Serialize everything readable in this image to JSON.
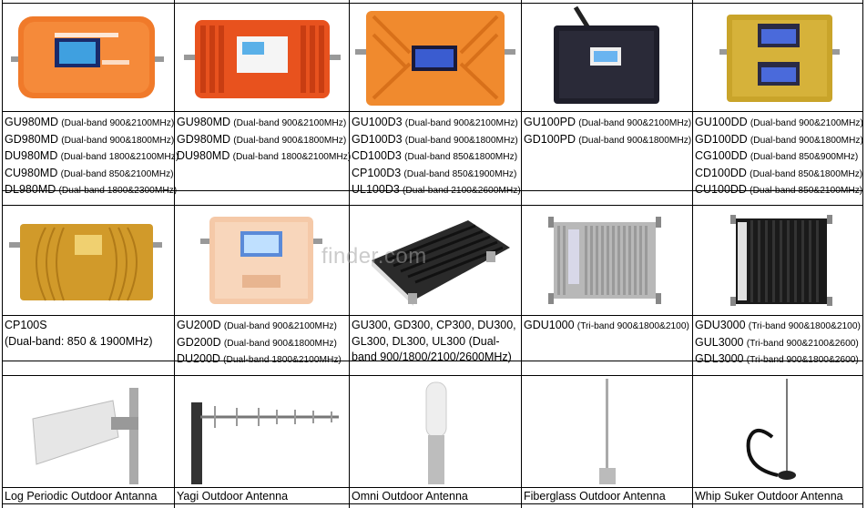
{
  "watermark": "finder.com",
  "rows": [
    [
      {
        "name": "gu980md-cell",
        "icon": "orange-repeater-icon",
        "lines": [
          [
            "GU980MD",
            "(Dual-band 900&2100MHz)"
          ],
          [
            "GD980MD",
            "(Dual-band 900&1800MHz)"
          ],
          [
            "DU980MD",
            "(Dual-band 1800&2100MHz)"
          ],
          [
            "CU980MD",
            "(Dual-band 850&2100MHz)"
          ],
          [
            "DL980MD",
            "(Dual-band 1800&2300MHz)"
          ]
        ]
      },
      {
        "name": "gu980md-red-cell",
        "icon": "red-repeater-icon",
        "lines": [
          [
            "GU980MD",
            "(Dual-band 900&2100MHz)"
          ],
          [
            "GD980MD",
            "(Dual-band 900&1800MHz)"
          ],
          [
            "DU980MD",
            "(Dual-band 1800&2100MHz)"
          ]
        ]
      },
      {
        "name": "gu100d3-cell",
        "icon": "orange-finned-repeater-icon",
        "lines": [
          [
            "GU100D3",
            "(Dual-band 900&2100MHz)"
          ],
          [
            "GD100D3",
            "(Dual-band 900&1800MHz)"
          ],
          [
            "CD100D3",
            "(Dual-band 850&1800MHz)"
          ],
          [
            "CP100D3",
            "(Dual-band 850&1900MHz)"
          ],
          [
            "UL100D3",
            "(Dual-band 2100&2600MHz)"
          ]
        ]
      },
      {
        "name": "gu100pd-cell",
        "icon": "black-repeater-icon",
        "lines": [
          [
            "GU100PD",
            "(Dual-band 900&2100MHz)"
          ],
          [
            "GD100PD",
            "(Dual-band 900&1800MHz)"
          ]
        ]
      },
      {
        "name": "gu100dd-cell",
        "icon": "gold-repeater-icon",
        "lines": [
          [
            "GU100DD",
            "(Dual-band 900&2100MHz)"
          ],
          [
            "GD100DD",
            "(Dual-band 900&1800MHz)"
          ],
          [
            "CG100DD",
            "(Dual-band 850&900MHz)"
          ],
          [
            "CD100DD",
            "(Dual-band 850&1800MHz)"
          ],
          [
            "CU100DD",
            "(Dual-band 850&2100MHz)"
          ]
        ]
      }
    ],
    [
      {
        "name": "cp100s-cell",
        "icon": "gold-small-repeater-icon",
        "lines": [
          [
            "CP100S",
            ""
          ],
          [
            "(Dual-band: 850 & 1900MHz)",
            ""
          ]
        ]
      },
      {
        "name": "gu200d-cell",
        "icon": "peach-repeater-icon",
        "lines": [
          [
            "GU200D",
            "(Dual-band 900&2100MHz)"
          ],
          [
            "GD200D",
            "(Dual-band 900&1800MHz)"
          ],
          [
            "DU200D",
            "(Dual-band 1800&2100MHz)"
          ]
        ]
      },
      {
        "name": "gu300-cell",
        "icon": "black-finned-repeater-icon",
        "lines": [
          [
            "GU300, GD300, CP300, DU300,",
            ""
          ],
          [
            "GL300, DL300, UL300  (Dual-",
            ""
          ],
          [
            "band 900/1800/2100/2600MHz)",
            ""
          ]
        ]
      },
      {
        "name": "gdu1000-cell",
        "icon": "silver-repeater-icon",
        "lines": [
          [
            "GDU1000",
            "(Tri-band 900&1800&2100)"
          ]
        ]
      },
      {
        "name": "gdu3000-cell",
        "icon": "black-tall-repeater-icon",
        "lines": [
          [
            "GDU3000",
            " (Tri-band 900&1800&2100)"
          ],
          [
            "GUL3000",
            " (Tri-band 900&2100&2600)"
          ],
          [
            "GDL3000",
            " (Tri-band 900&1800&2600)"
          ]
        ]
      }
    ],
    [
      {
        "name": "log-periodic-cell",
        "icon": "log-periodic-antenna-icon",
        "lines": [
          [
            "Log Periodic Outdoor Antanna",
            ""
          ]
        ]
      },
      {
        "name": "yagi-cell",
        "icon": "yagi-antenna-icon",
        "lines": [
          [
            "Yagi Outdoor Antenna",
            ""
          ]
        ]
      },
      {
        "name": "omni-cell",
        "icon": "omni-antenna-icon",
        "lines": [
          [
            "Omni Outdoor Antenna",
            ""
          ]
        ]
      },
      {
        "name": "fiberglass-cell",
        "icon": "fiberglass-antenna-icon",
        "lines": [
          [
            "Fiberglass Outdoor Antenna",
            ""
          ]
        ]
      },
      {
        "name": "whip-cell",
        "icon": "whip-antenna-icon",
        "lines": [
          [
            "Whip Suker Outdoor Antenna",
            ""
          ]
        ]
      }
    ]
  ]
}
